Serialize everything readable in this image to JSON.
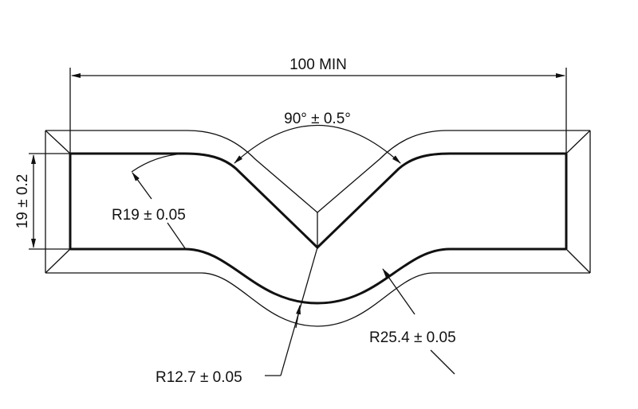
{
  "dimensions": {
    "length": "100 MIN",
    "width": "19 ± 0.2",
    "angle": "90° ± 0.5°",
    "radius_small": "R19 ± 0.05",
    "radius_large": "R25.4 ± 0.05",
    "radius_bottom": "R12.7 ± 0.05"
  }
}
